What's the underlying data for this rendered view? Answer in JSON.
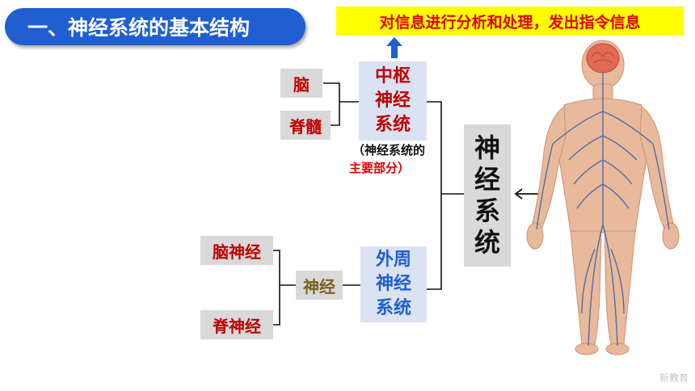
{
  "title": "一、神经系统的基本结构",
  "banner": "对信息进行分析和处理，发出指令信息",
  "central": {
    "lines": [
      "中枢",
      "神经",
      "系统"
    ],
    "parts": [
      "脑",
      "脊髓"
    ],
    "note_open": "（神经系统的",
    "note_close": "主要部分）"
  },
  "peripheral": {
    "lines": [
      "外周",
      "神经",
      "系统"
    ],
    "nerve": "神经",
    "parts": [
      "脑神经",
      "脊神经"
    ]
  },
  "root": {
    "chars": [
      "神",
      "经",
      "系",
      "统"
    ]
  },
  "colors": {
    "title_bg": "#1f5fd0",
    "banner_bg": "#ffff00",
    "banner_text": "#e00000",
    "red_text": "#c00000",
    "blue_text": "#1f5fd0",
    "olive_text": "#7a6220"
  },
  "icons": {
    "up_arrow": "up-arrow-icon",
    "left_arrow": "left-arrow-icon",
    "figure": "human-nervous-system-figure"
  },
  "watermark": "新教育"
}
